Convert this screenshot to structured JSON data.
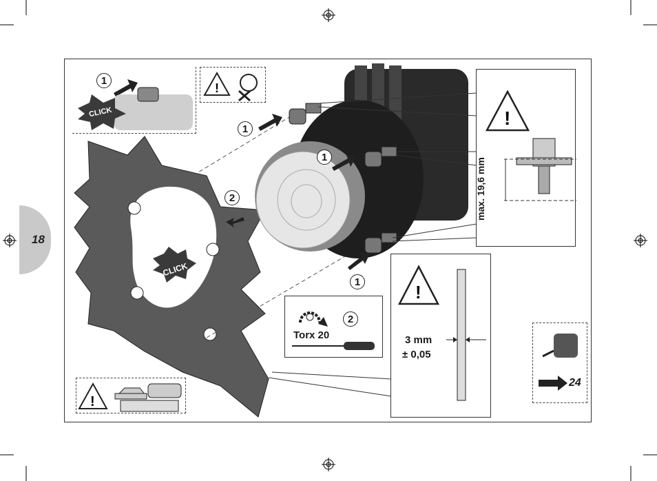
{
  "page": {
    "number": "18"
  },
  "steps": {
    "one": "1",
    "two": "2"
  },
  "sounds": {
    "click": "CLICK"
  },
  "tool": {
    "name": "Torx 20"
  },
  "spec": {
    "max_height": "max. 19,6 mm",
    "thickness": "3 mm",
    "tolerance": "± 0,05"
  },
  "crossref": {
    "page": "24"
  },
  "colors": {
    "plate": "#5a5a5a",
    "tab": "#c9c9c9",
    "lamp_body": "#2a2a2a"
  }
}
